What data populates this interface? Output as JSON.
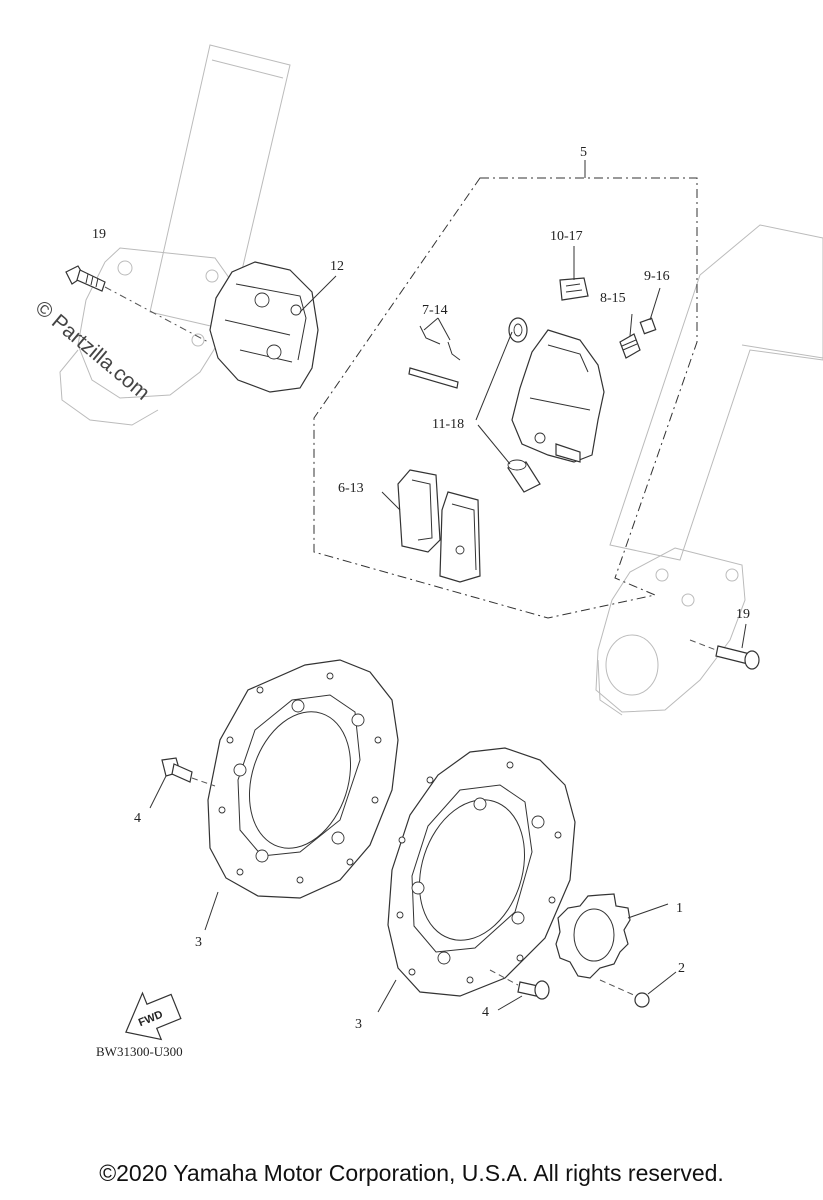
{
  "watermark": "© Partzilla.com",
  "callouts": {
    "c1": "1",
    "c2": "2",
    "c3a": "3",
    "c3b": "3",
    "c4a": "4",
    "c4b": "4",
    "c5": "5",
    "c6_13": "6-13",
    "c7_14": "7-14",
    "c8_15": "8-15",
    "c9_16": "9-16",
    "c10_17": "10-17",
    "c11_18": "11-18",
    "c12": "12",
    "c19a": "19",
    "c19b": "19"
  },
  "fwd_label": "FWD",
  "diagram_code": "BW31300-U300",
  "copyright": "©2020 Yamaha Motor Corporation, U.S.A. All rights reserved."
}
